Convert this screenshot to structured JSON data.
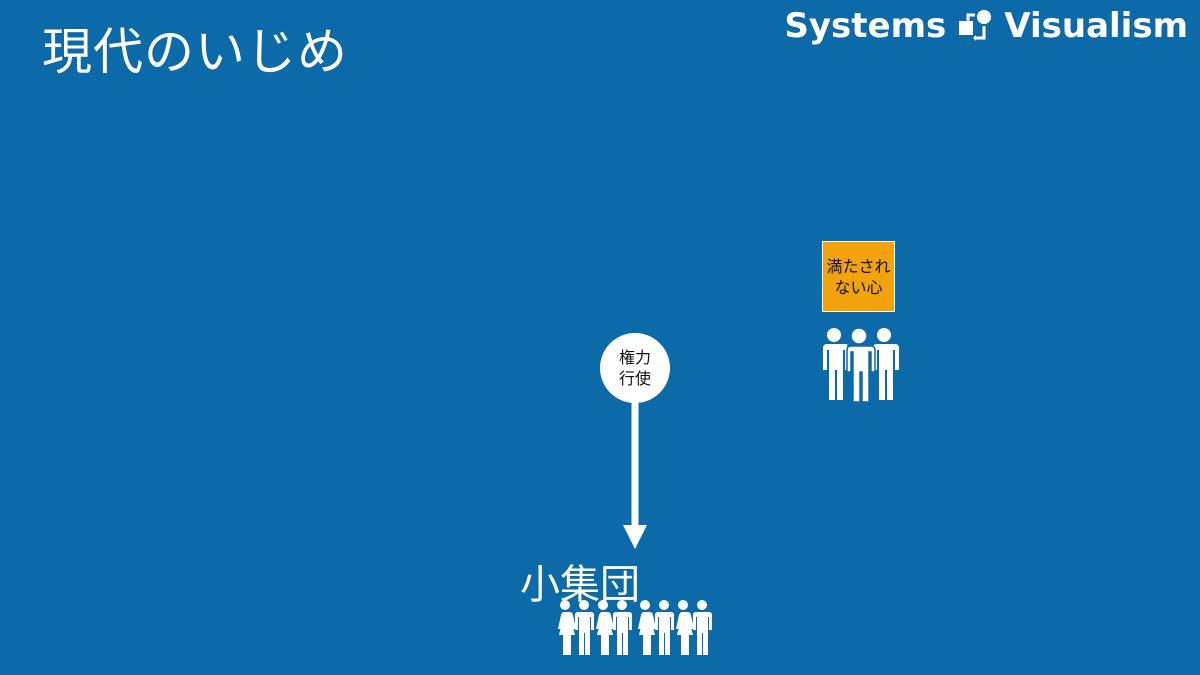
{
  "slide": {
    "title": "現代のいじめ",
    "background_color": "#0d6aa8"
  },
  "brand": {
    "left_text": "Systems",
    "right_text": "Visualism",
    "logo_icon": "systems-visualism-logo-icon"
  },
  "diagram": {
    "unsatisfied_box": {
      "line1": "満たされ",
      "line2": "ない心",
      "color": "#f2a20d"
    },
    "power_node": {
      "line1": "権力",
      "line2": "行使"
    },
    "small_group": {
      "label": "小集団",
      "people_icon": "person-icon"
    },
    "individuals_icon": "people-group-icon"
  }
}
